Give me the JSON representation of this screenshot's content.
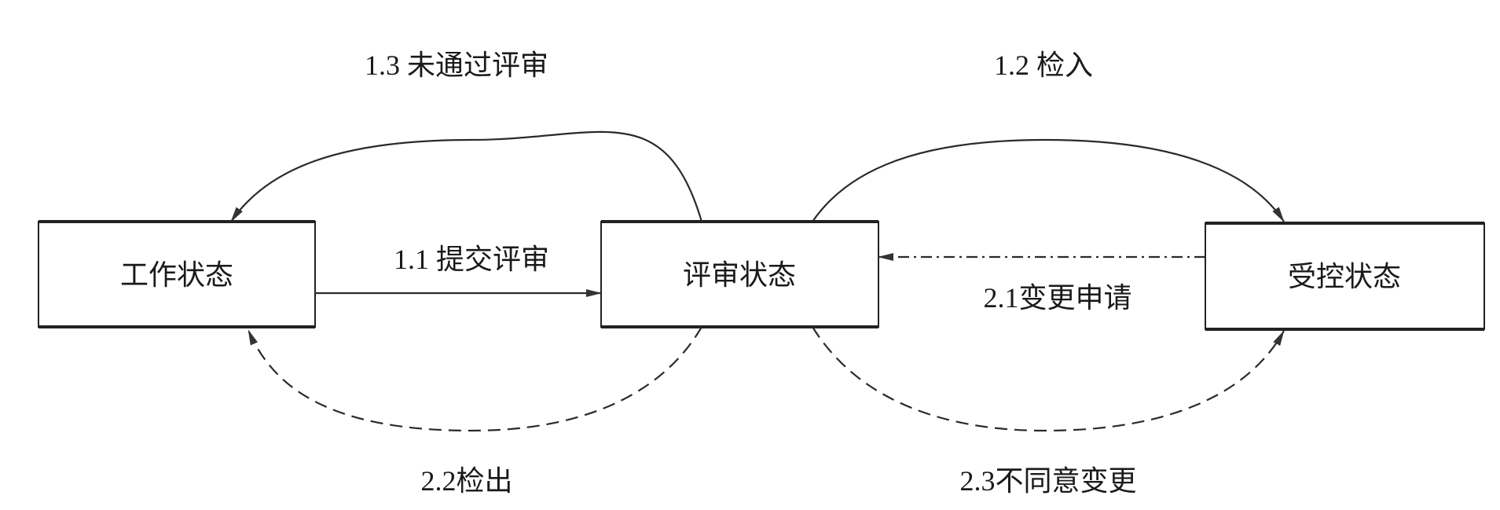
{
  "diagram": {
    "states": {
      "working": "工作状态",
      "review": "评审状态",
      "controlled": "受控状态"
    },
    "transitions": {
      "t11": "1.1 提交评审",
      "t12": "1.2 检入",
      "t13": "1.3 未通过评审",
      "t21": "2.1变更申请",
      "t22": "2.2检出",
      "t23": "2.3不同意变更"
    },
    "colors": {
      "stroke": "#222222",
      "background": "#ffffff"
    }
  }
}
